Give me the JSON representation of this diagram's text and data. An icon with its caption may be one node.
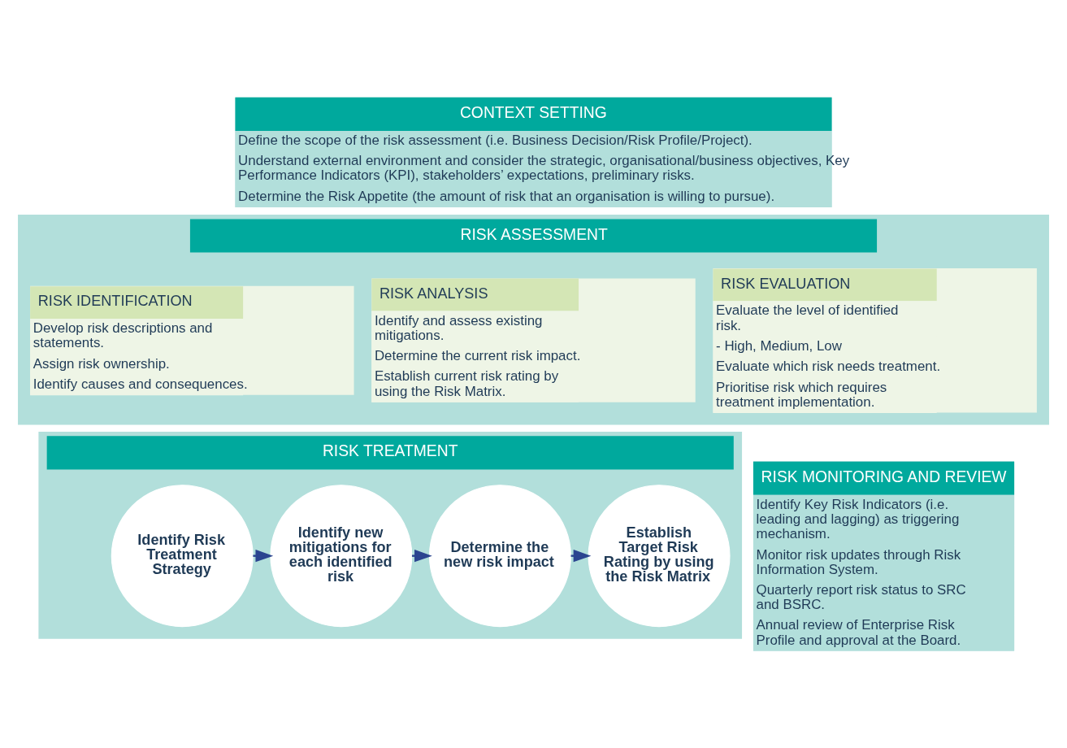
{
  "diagram": {
    "nodes": [
      {
        "text": [
          "CONTEXT SETTING",
          "Define the scope of the risk assessment (i.e. Business Decision/Risk Profile/Project).",
          "Understand external environment and consider the strategic, organisational/business objectives, Key Performance Indicators (KPI), stakeholders’ expectations, preliminary risks.",
          "Determine the Risk Appetite (the amount of risk that an organisation is willing to pursue)."
        ]
      },
      {
        "text": [
          "RISK ASSESSMENT"
        ]
      },
      {
        "text": [
          "RISK IDENTIFICATION",
          "Develop risk descriptions and statements.",
          "Assign risk ownership.",
          "Identify causes and consequences."
        ],
        "in": 1
      },
      {
        "text": [
          "RISK ANALYSIS",
          "Identify and assess existing mitigations.",
          "Determine the current risk impact.",
          "Establish current risk rating by using the Risk Matrix."
        ],
        "in": 1
      },
      {
        "text": [
          "RISK EVALUATION",
          "Evaluate the level of identified risk.",
          "- High, Medium, Low",
          "Evaluate which risk needs treatment.",
          "Prioritise risk which requires treatment implementation."
        ],
        "in": 1
      },
      {
        "text": [
          "RISK TREATMENT"
        ]
      },
      {
        "text": [
          "Identify Risk Treatment Strategy"
        ],
        "in": 5
      },
      {
        "text": [
          "Identify new mitigations for each identified risk"
        ],
        "in": 5
      },
      {
        "text": [
          "Determine the new risk impact"
        ],
        "in": 5
      },
      {
        "text": [
          "Establish Target Risk Rating by using the Risk Matrix"
        ],
        "in": 5
      },
      {
        "text": [
          "RISK MONITORING AND REVIEW",
          "Identify Key Risk Indicators (i.e. leading and lagging) as triggering mechanism.",
          "Monitor risk updates through Risk Information System.",
          "Quarterly report risk status to SRC and BSRC.",
          "Annual review of Enterprise Risk Profile and approval at the Board."
        ]
      }
    ],
    "edges": [
      {
        "from": 6,
        "to": 7,
        "arrow": "to"
      },
      {
        "from": 7,
        "to": 8,
        "arrow": "to"
      },
      {
        "from": 8,
        "to": 9,
        "arrow": "to"
      }
    ]
  }
}
